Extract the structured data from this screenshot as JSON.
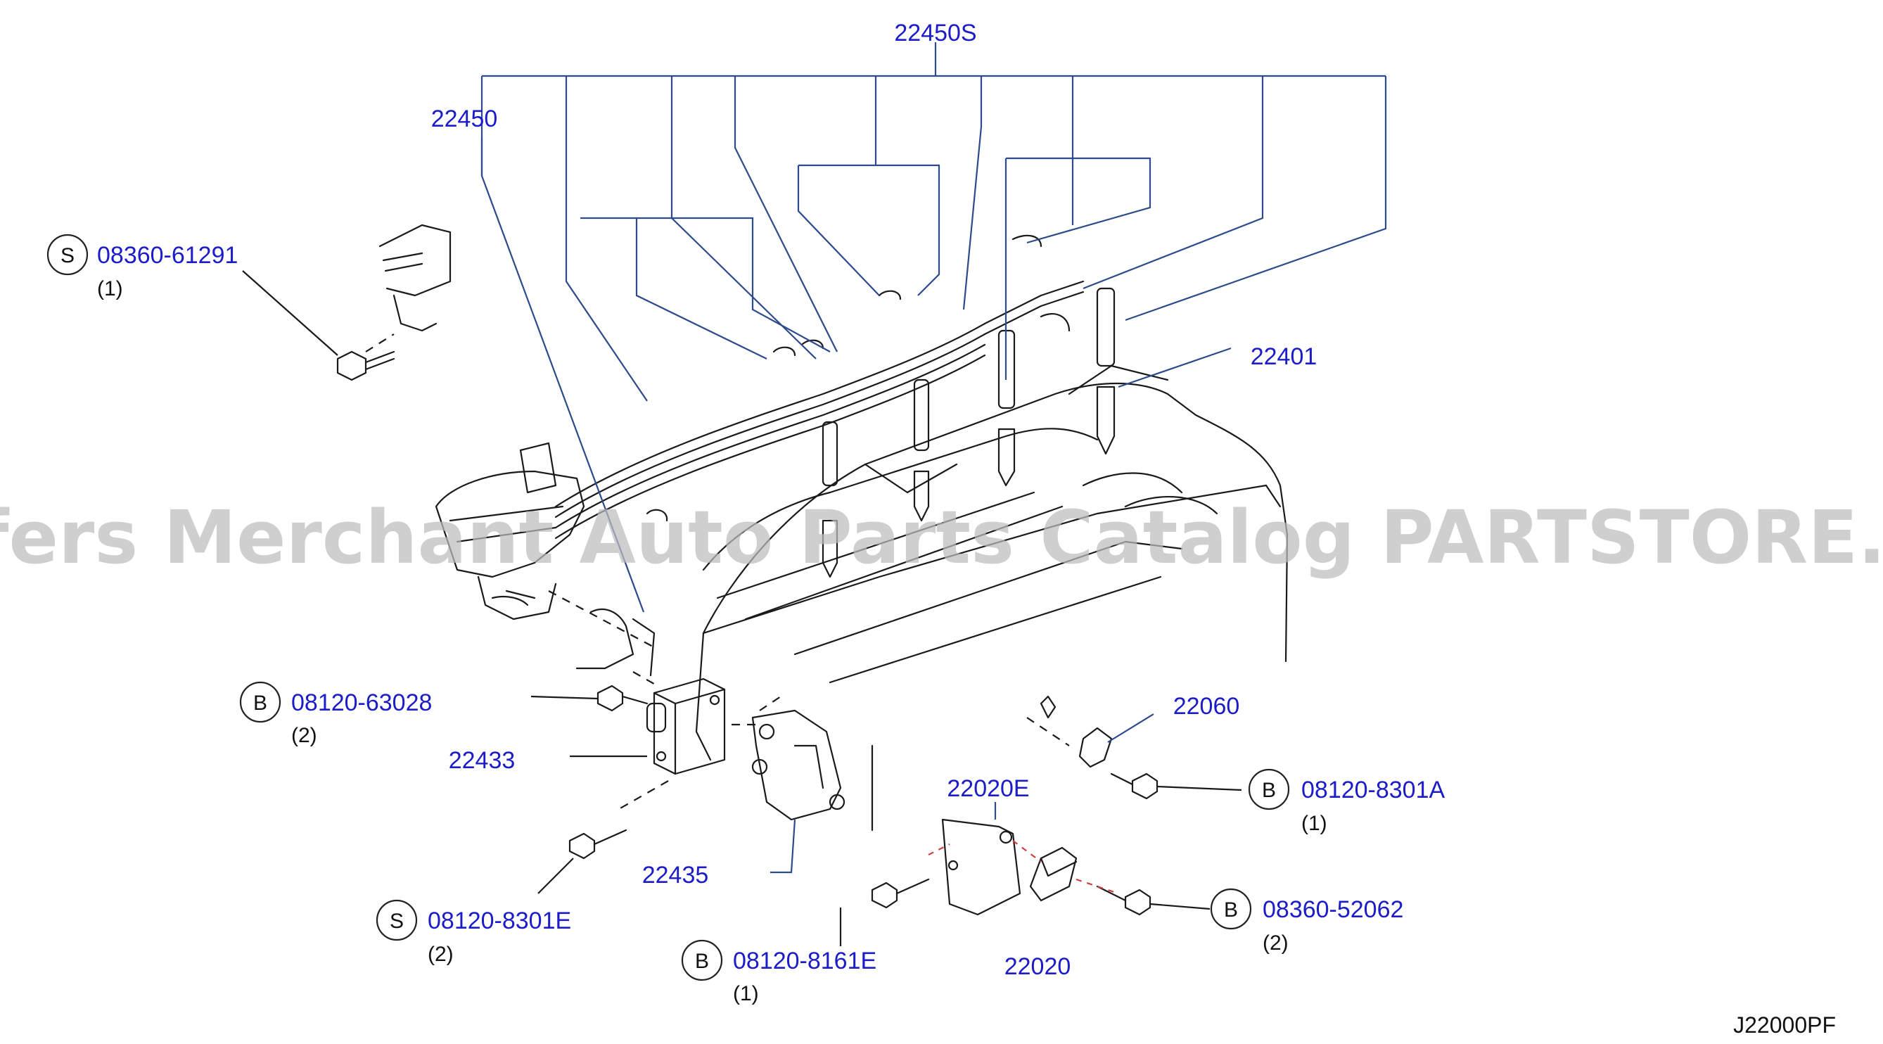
{
  "watermark": "Offers Merchant Auto Parts Catalog PARTSTORE.SA",
  "diagram_ref": "J22000PF",
  "callouts": [
    {
      "id": "22450S",
      "part": "22450S"
    },
    {
      "id": "22450",
      "part": "22450"
    },
    {
      "id": "22401",
      "part": "22401"
    },
    {
      "id": "22060",
      "part": "22060"
    },
    {
      "id": "22433",
      "part": "22433"
    },
    {
      "id": "22435",
      "part": "22435"
    },
    {
      "id": "22020E",
      "part": "22020E"
    },
    {
      "id": "22020",
      "part": "22020"
    }
  ],
  "fasteners": [
    {
      "id": "s-08360-61291",
      "prefix": "S",
      "part": "08360-61291",
      "qty": "(1)"
    },
    {
      "id": "b-08120-63028",
      "prefix": "B",
      "part": "08120-63028",
      "qty": "(2)"
    },
    {
      "id": "s-08120-8301e",
      "prefix": "S",
      "part": "08120-8301E",
      "qty": "(2)"
    },
    {
      "id": "b-08120-8161e",
      "prefix": "B",
      "part": "08120-8161E",
      "qty": "(1)"
    },
    {
      "id": "b-08120-8301a",
      "prefix": "B",
      "part": "08120-8301A",
      "qty": "(1)"
    },
    {
      "id": "b-08360-52062",
      "prefix": "B",
      "part": "08360-52062",
      "qty": "(2)"
    }
  ]
}
